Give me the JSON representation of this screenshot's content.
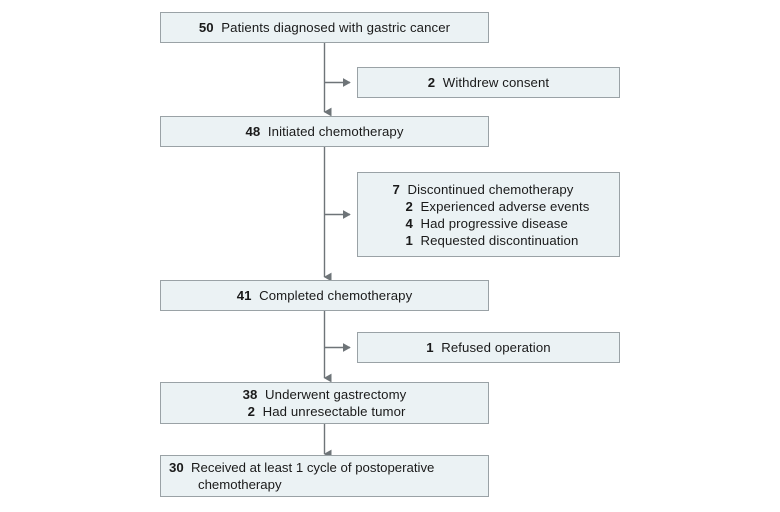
{
  "diagram": {
    "type": "participant-flow-diagram",
    "colors": {
      "box_fill": "#ebf2f4",
      "box_border": "#9aa2a6",
      "connector": "#6e7478",
      "text": "#1a1a1a",
      "background": "#ffffff"
    },
    "nodes": [
      {
        "id": "diagnosed",
        "column": "main",
        "lines": [
          {
            "number": "50",
            "text": "Patients diagnosed with gastric cancer",
            "indent": false
          }
        ]
      },
      {
        "id": "withdrew-consent",
        "column": "side",
        "lines": [
          {
            "number": "2",
            "text": "Withdrew consent",
            "indent": false
          }
        ]
      },
      {
        "id": "initiated-chemotherapy",
        "column": "main",
        "lines": [
          {
            "number": "48",
            "text": "Initiated chemotherapy",
            "indent": false
          }
        ]
      },
      {
        "id": "discontinued-chemotherapy",
        "column": "side",
        "lines": [
          {
            "number": "7",
            "text": "Discontinued chemotherapy",
            "indent": false
          },
          {
            "number": "2",
            "text": "Experienced adverse events",
            "indent": true
          },
          {
            "number": "4",
            "text": "Had progressive disease",
            "indent": true
          },
          {
            "number": "1",
            "text": "Requested discontinuation",
            "indent": true
          }
        ]
      },
      {
        "id": "completed-chemotherapy",
        "column": "main",
        "lines": [
          {
            "number": "41",
            "text": "Completed chemotherapy",
            "indent": false
          }
        ]
      },
      {
        "id": "refused-operation",
        "column": "side",
        "lines": [
          {
            "number": "1",
            "text": "Refused operation",
            "indent": false
          }
        ]
      },
      {
        "id": "underwent-gastrectomy",
        "column": "main",
        "lines": [
          {
            "number": "38",
            "text": "Underwent gastrectomy",
            "indent": false
          },
          {
            "number": "2",
            "text": "Had unresectable tumor",
            "indent": false
          }
        ]
      },
      {
        "id": "postoperative-chemotherapy",
        "column": "main",
        "lines": [
          {
            "number": "30",
            "text": "Received at least 1 cycle of postoperative chemotherapy",
            "indent": false
          }
        ]
      }
    ]
  },
  "boxes": {
    "diagnosed": {
      "n": "50",
      "label": "Patients diagnosed with gastric cancer"
    },
    "withdrew": {
      "n": "2",
      "label": "Withdrew consent"
    },
    "initiated": {
      "n": "48",
      "label": "Initiated chemotherapy"
    },
    "discontinued": {
      "n": "7",
      "label": "Discontinued chemotherapy",
      "sub": [
        {
          "n": "2",
          "label": "Experienced adverse events"
        },
        {
          "n": "4",
          "label": "Had progressive disease"
        },
        {
          "n": "1",
          "label": "Requested discontinuation"
        }
      ]
    },
    "completed": {
      "n": "41",
      "label": "Completed chemotherapy"
    },
    "refused": {
      "n": "1",
      "label": "Refused operation"
    },
    "gastrectomy": {
      "n": "38",
      "label": "Underwent gastrectomy",
      "n2": "2",
      "label2": "Had unresectable tumor"
    },
    "postop": {
      "n": "30",
      "label": "Received at least 1 cycle of postoperative chemotherapy"
    }
  }
}
